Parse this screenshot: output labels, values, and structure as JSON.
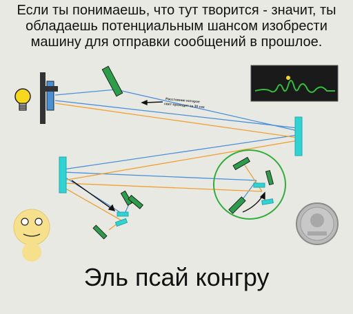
{
  "caption_top": {
    "line1": "Если ты понимаешь, что тут творится - значит, ты",
    "line2": "обладаешь потенциальным шансом изобрести",
    "line3": "машину для отправки сообщений в прошлое."
  },
  "diagram_note": {
    "line1": "Расстояние которое",
    "line2": "свет проходит за 30 сек"
  },
  "caption_bottom": "Эль псай конгру",
  "colors": {
    "mirror_cyan": "#2fd3d3",
    "mirror_green": "#2b9e4a",
    "beam_blue": "#4a90d9",
    "beam_orange": "#f0a030",
    "circle_green": "#2fae3a",
    "smiley_yellow": "#f6e08c",
    "screen_bg": "#1a1a1a",
    "wave_green": "#2fc23a"
  },
  "icons": [
    "light-bulb-icon",
    "smiley-face-icon",
    "coin-icon",
    "oscilloscope-screen-icon"
  ]
}
